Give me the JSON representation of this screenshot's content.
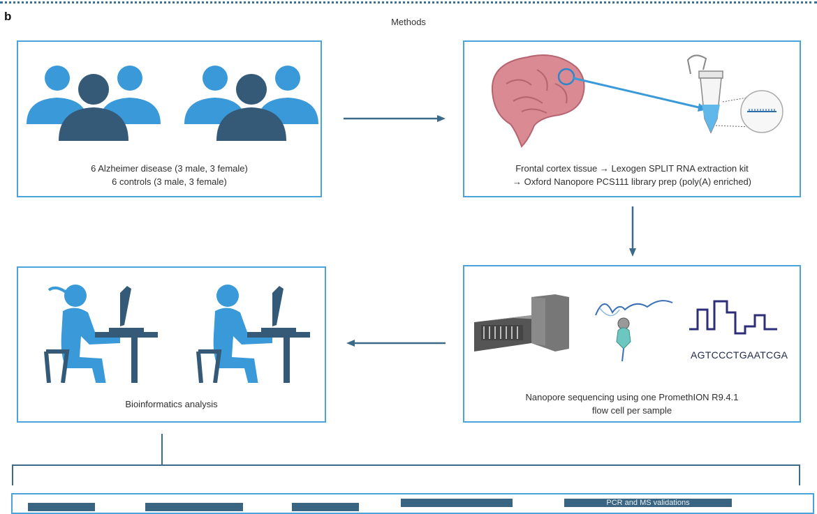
{
  "panel_letter": "b",
  "title": "Methods",
  "cohort": {
    "line1": "6 Alzheimer disease (3 male, 3 female)",
    "line2": "6 controls (3 male, 3 female)"
  },
  "tissue": {
    "line1": "Frontal cortex tissue → Lexogen SPLIT RNA extraction kit",
    "line2": "→ Oxford Nanopore PCS111 library prep (poly(A) enriched)"
  },
  "sequencing": {
    "sequence": "AGTCCCTGAATCGA",
    "line1": "Nanopore sequencing using one PromethION R9.4.1",
    "line2": "flow cell per sample"
  },
  "analysis": {
    "label": "Bioinformatics analysis"
  },
  "bottom": {
    "tab5": "PCR and MS validations"
  },
  "colors": {
    "box_border": "#4aa4db",
    "people_light": "#3a9ad9",
    "people_dark": "#355a78",
    "arrows": "#3e6a8a",
    "dotted_rule": "#3a6f9a"
  }
}
